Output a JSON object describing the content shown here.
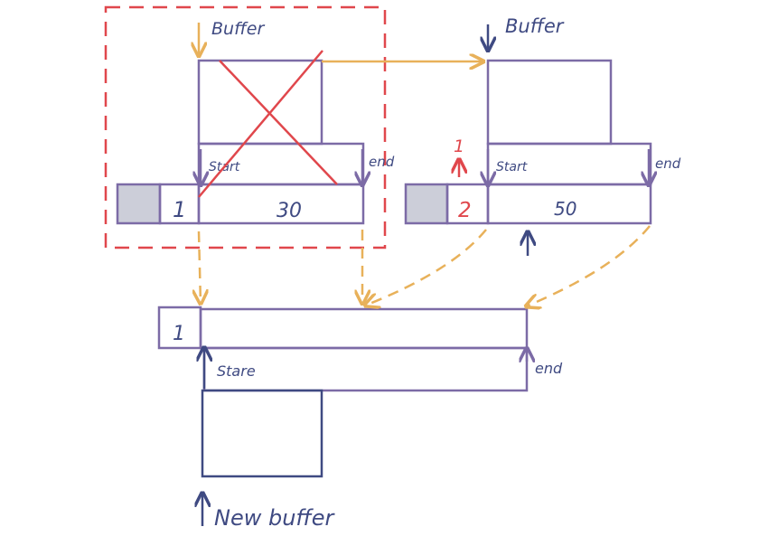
{
  "labels": {
    "buffer_left": "Buffer",
    "buffer_right": "Buffer",
    "start_left": "Start",
    "end_left": "end",
    "start_right": "Start",
    "end_right": "end",
    "start_bottom": "Stare",
    "end_bottom": "end",
    "new_buffer": "New buffer"
  },
  "values": {
    "left_count": "1",
    "left_length": "30",
    "right_count_old": "1",
    "right_count_new": "2",
    "right_length": "50",
    "bottom_count": "1"
  },
  "colors": {
    "purple": "#7c6ba6",
    "navy": "#3f4a82",
    "orange": "#e8b15a",
    "red": "#e0474c",
    "gray_fill": "#ccced9"
  }
}
